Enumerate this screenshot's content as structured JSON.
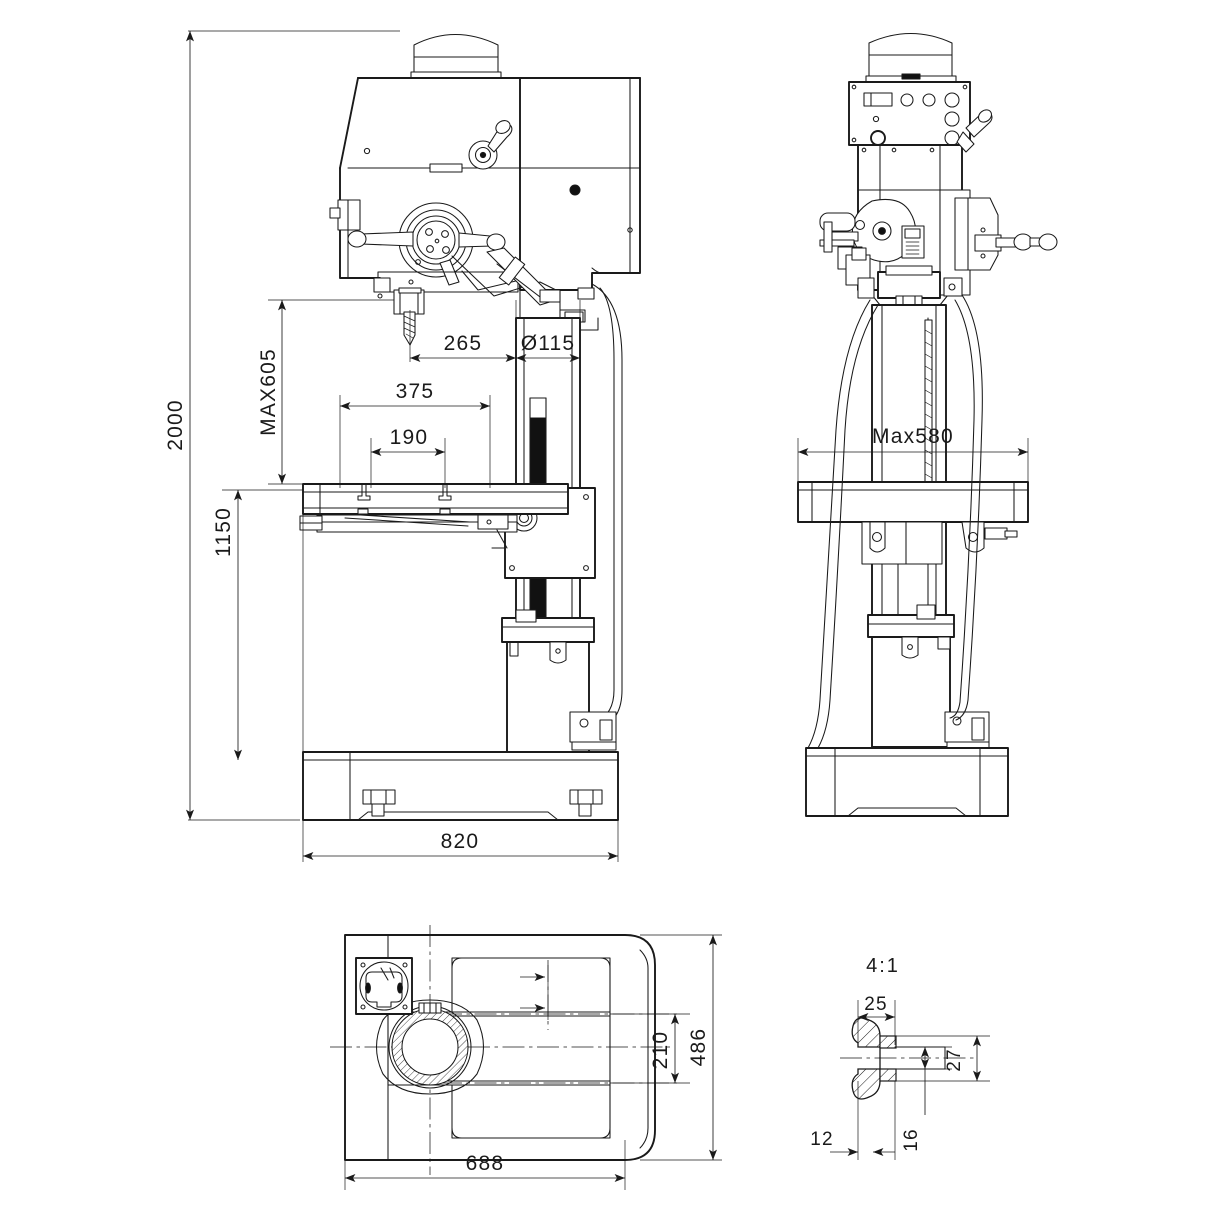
{
  "document": {
    "type": "engineering-drawing",
    "subject": "Geared head drilling / milling machine",
    "projection": "third-angle multiview",
    "line_color": "#1a1a1a",
    "background_color": "#ffffff"
  },
  "views": {
    "side": {
      "name": "Side elevation (left view)",
      "label": ""
    },
    "front": {
      "name": "Front elevation",
      "label": ""
    },
    "plan": {
      "name": "Plan view (top)",
      "label": ""
    },
    "detail": {
      "name": "T-slot section detail",
      "scale_label": "4:1"
    }
  },
  "dimensions": {
    "side_view": [
      {
        "id": "overall-height",
        "value": "2000",
        "orientation": "vertical",
        "position": "far-left"
      },
      {
        "id": "table-height",
        "value": "1150",
        "orientation": "vertical",
        "position": "left"
      },
      {
        "id": "max-spindle-travel",
        "value": "MAX605",
        "orientation": "vertical",
        "position": "inner-left"
      },
      {
        "id": "throat-depth",
        "value": "265",
        "orientation": "horizontal",
        "position": "upper"
      },
      {
        "id": "column-diameter",
        "value": "Ø115",
        "orientation": "horizontal",
        "position": "upper-right"
      },
      {
        "id": "table-length",
        "value": "375",
        "orientation": "horizontal",
        "position": "mid"
      },
      {
        "id": "slot-spacing",
        "value": "190",
        "orientation": "horizontal",
        "position": "mid-inner"
      },
      {
        "id": "base-length",
        "value": "820",
        "orientation": "horizontal",
        "position": "bottom"
      }
    ],
    "front_view": [
      {
        "id": "max-table-width",
        "value": "Max580",
        "orientation": "horizontal",
        "position": "above-table"
      }
    ],
    "plan_view": [
      {
        "id": "base-depth",
        "value": "688",
        "orientation": "horizontal",
        "position": "bottom"
      },
      {
        "id": "base-width",
        "value": "486",
        "orientation": "vertical",
        "position": "right-outer"
      },
      {
        "id": "slot-span",
        "value": "210",
        "orientation": "vertical",
        "position": "right-inner"
      }
    ],
    "detail_view": [
      {
        "id": "slot-top-width",
        "value": "25",
        "orientation": "horizontal",
        "position": "top"
      },
      {
        "id": "slot-total-depth",
        "value": "27",
        "orientation": "vertical",
        "position": "right-outer"
      },
      {
        "id": "slot-neck-depth",
        "value": "16",
        "orientation": "vertical",
        "position": "right-inner"
      },
      {
        "id": "slot-edge-offset",
        "value": "12",
        "orientation": "horizontal",
        "position": "bottom-left"
      }
    ]
  },
  "annotations": {
    "detail_scale": "4:1"
  }
}
